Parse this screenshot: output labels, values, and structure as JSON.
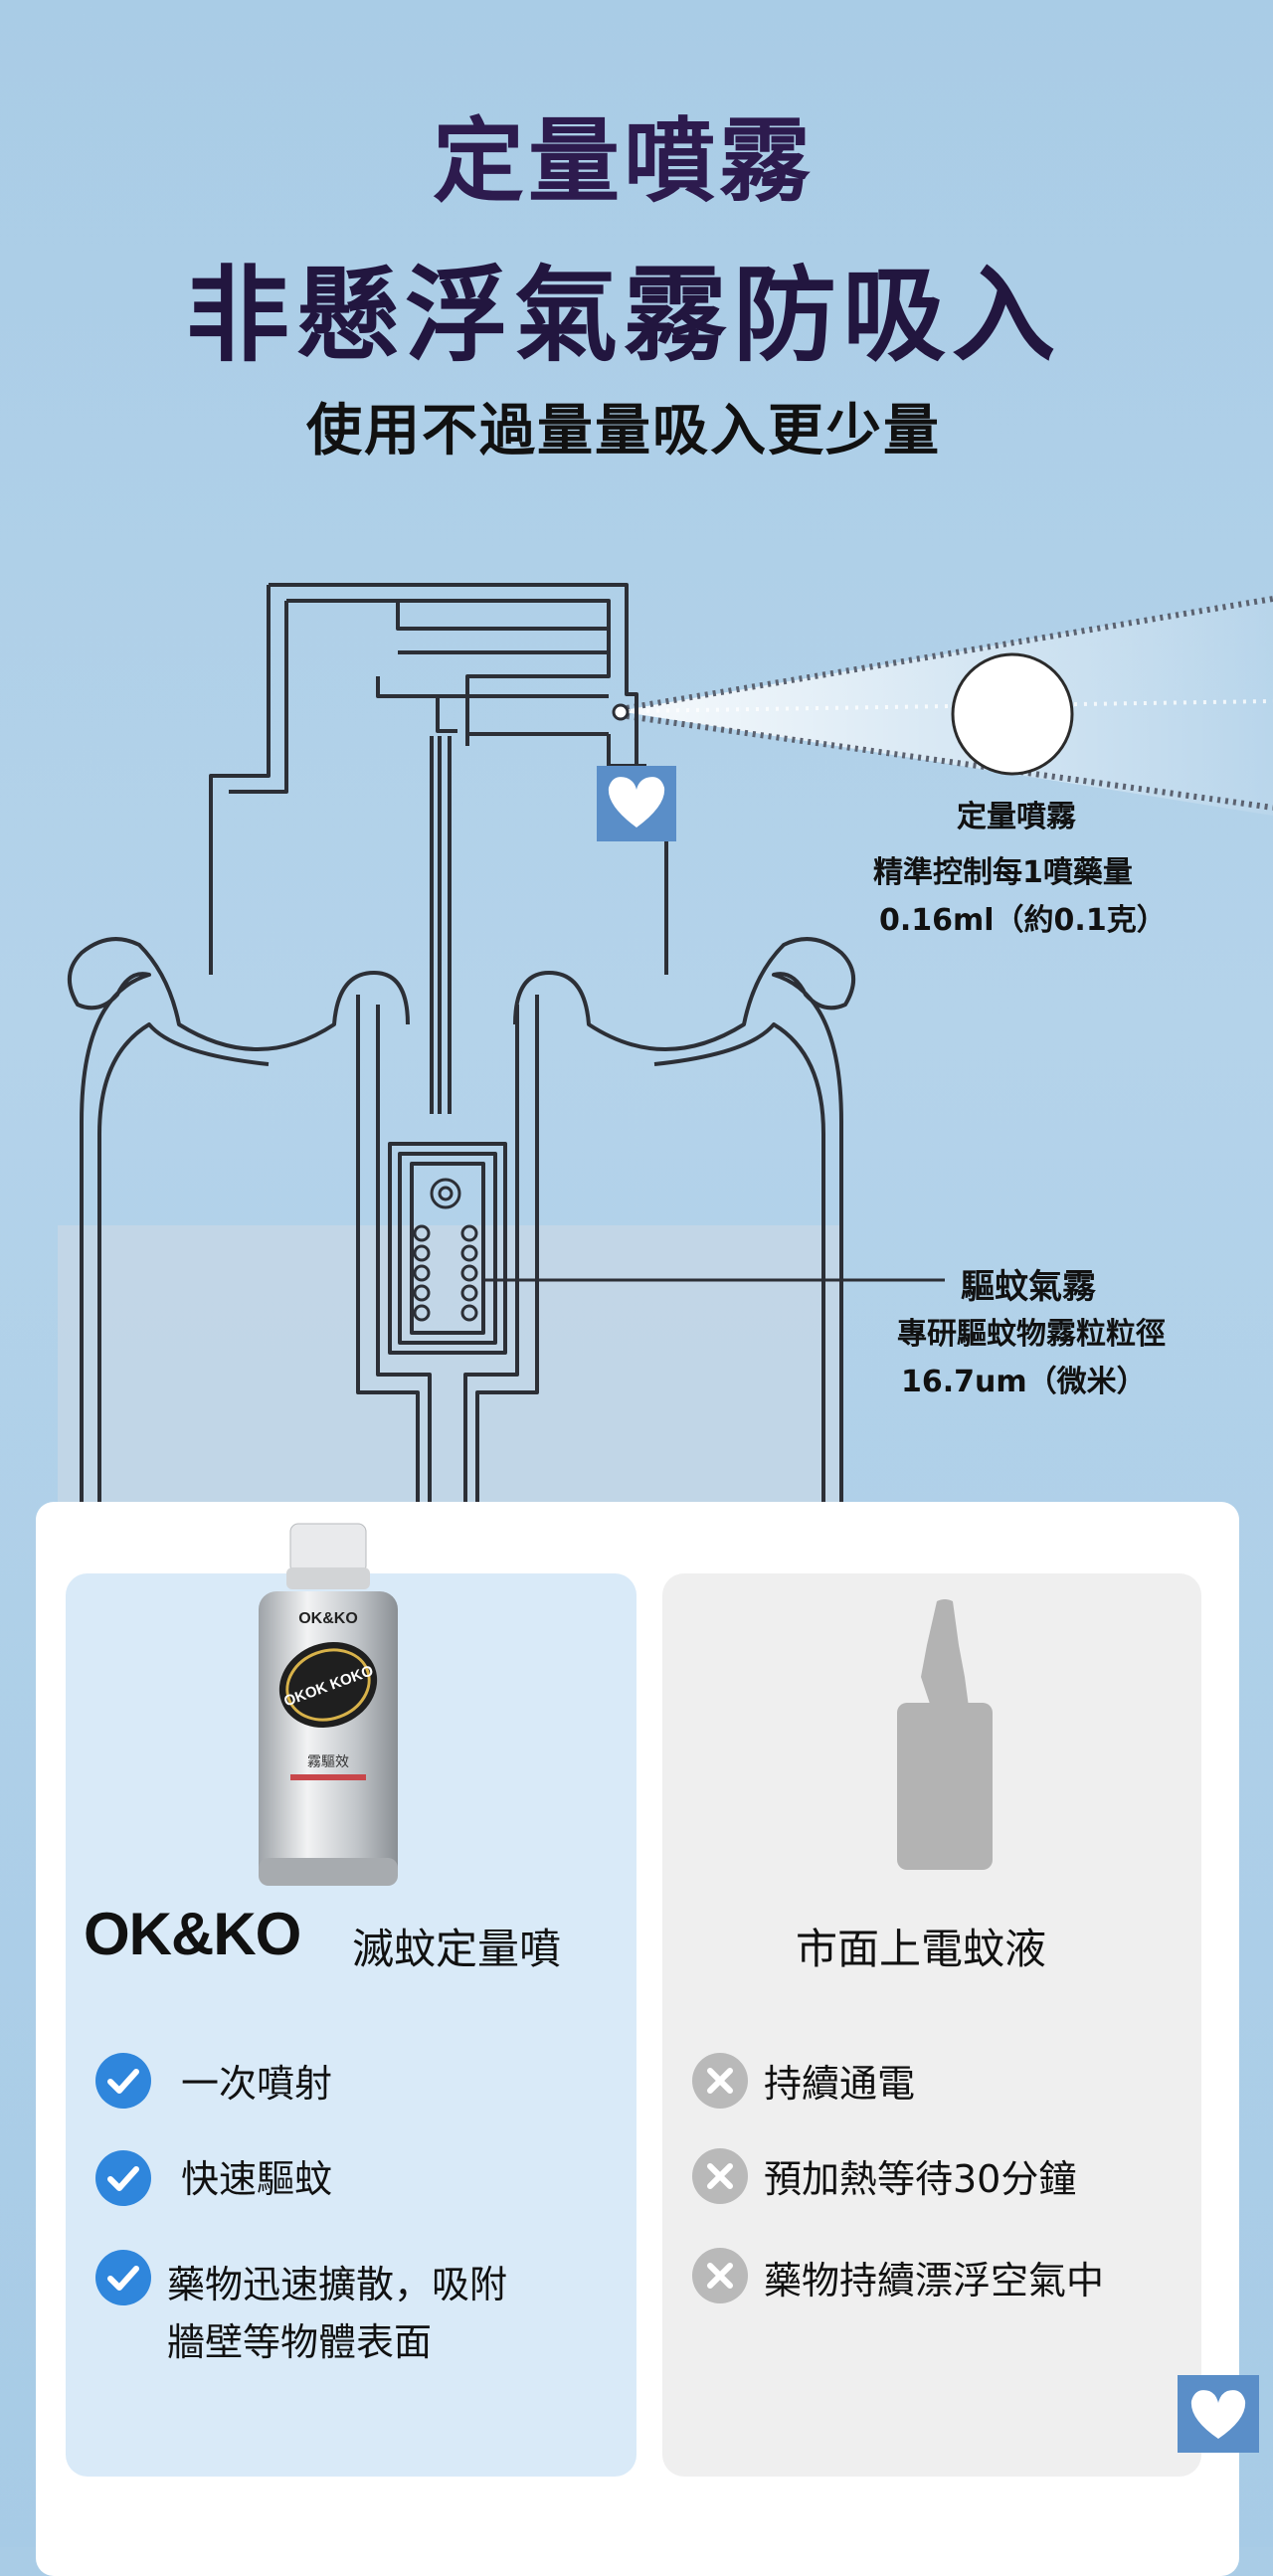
{
  "header": {
    "title": "定量噴霧",
    "subtitle": "非懸浮氣霧防吸入",
    "tagline": "使用不過量量吸入更少量"
  },
  "annotations": {
    "spray": {
      "title": "定量噴霧",
      "line": "精準控制每1噴藥量",
      "value": "0.16ml（約0.1克）"
    },
    "mist": {
      "title": "驅蚊氣霧",
      "line": "專研驅蚊物霧粒粒徑",
      "value": "16.7um（微米）"
    }
  },
  "product": {
    "can_brand": "OK&KO",
    "can_logo": "OKOK KOKO",
    "can_label": "霧驅效"
  },
  "comparison": {
    "left": {
      "brand": "OK&KO",
      "subtitle": "滅蚊定量噴",
      "features": [
        "一次噴射",
        "快速驅蚊",
        "藥物迅速擴散，吸附",
        "牆壁等物體表面"
      ]
    },
    "right": {
      "title": "市面上電蚊液",
      "features": [
        "持續通電",
        "預加熱等待30分鐘",
        "藥物持續漂浮空氣中"
      ]
    }
  },
  "colors": {
    "background": "#a9cce6",
    "title": "#2d1b4e",
    "check": "#2f86dc",
    "cross": "#b9b9b9",
    "left_panel": "#d9eaf8",
    "right_panel": "#efefef"
  }
}
